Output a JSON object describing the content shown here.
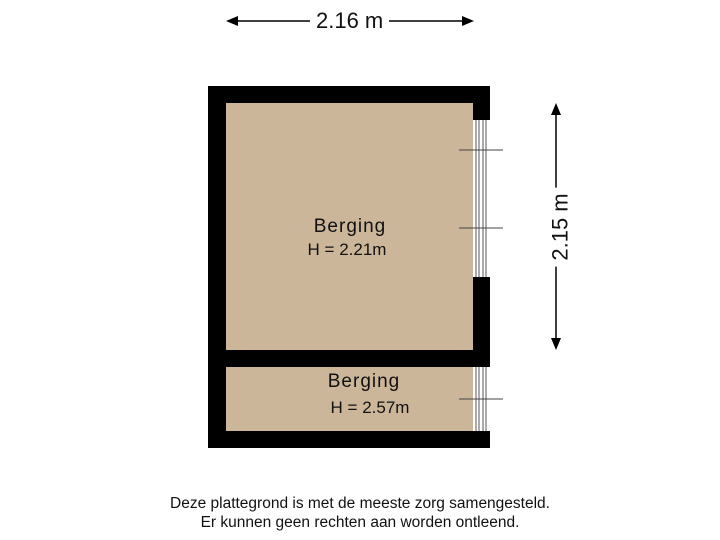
{
  "dimensions": {
    "width_label": "2.16 m",
    "height_label": "2.15 m"
  },
  "rooms": [
    {
      "name": "Berging",
      "height": "H = 2.21m"
    },
    {
      "name": "Berging",
      "height": "H = 2.57m"
    }
  ],
  "colors": {
    "floor": "#cbb699",
    "wall": "#000000",
    "background": "#ffffff"
  },
  "footer": {
    "line1": "Deze plattegrond is met de meeste zorg samengesteld.",
    "line2": "Er kunnen geen rechten aan worden ontleend."
  }
}
